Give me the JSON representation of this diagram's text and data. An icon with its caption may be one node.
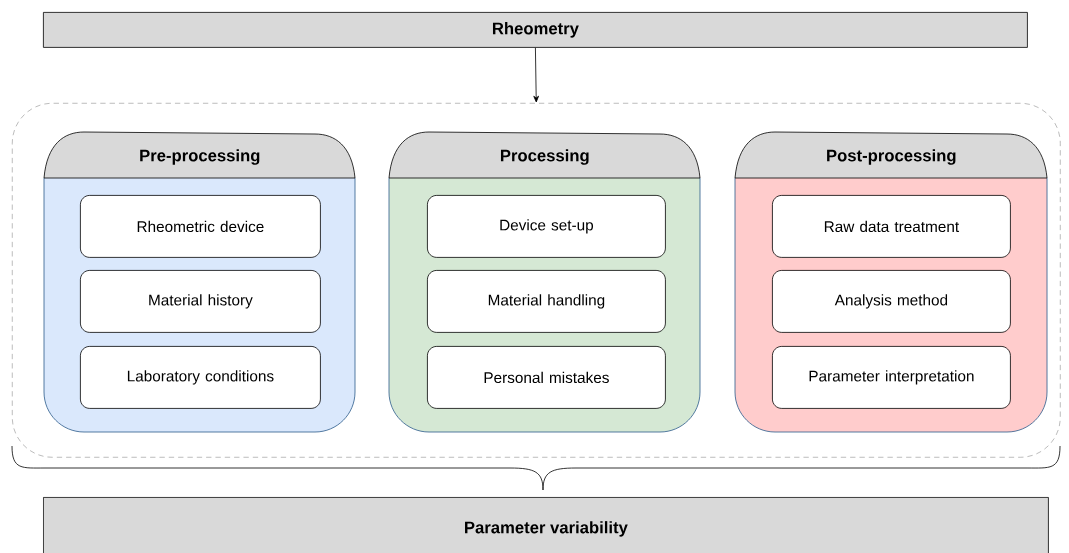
{
  "diagram": {
    "nodes": [
      {
        "text": [
          "Rheometry"
        ]
      },
      {
        "text": [],
        "shape": "box"
      },
      {
        "text": [
          "Pre-processing"
        ],
        "in": 1
      },
      {
        "text": [
          "Rheometric device"
        ],
        "in": 2
      },
      {
        "text": [
          "Material history"
        ],
        "in": 2
      },
      {
        "text": [
          "Laboratory conditions"
        ],
        "in": 2
      },
      {
        "text": [
          "Processing"
        ],
        "in": 1
      },
      {
        "text": [
          "Device set-up"
        ],
        "in": 6
      },
      {
        "text": [
          "Material handling"
        ],
        "in": 6
      },
      {
        "text": [
          "Personal mistakes"
        ],
        "in": 6
      },
      {
        "text": [
          "Post-processing"
        ],
        "in": 1
      },
      {
        "text": [
          "Raw data treatment"
        ],
        "in": 10
      },
      {
        "text": [
          "Analysis method"
        ],
        "in": 10
      },
      {
        "text": [
          "Parameter interpretation"
        ],
        "in": 10
      },
      {
        "text": [
          "Parameter variability"
        ]
      }
    ],
    "edges": [
      {
        "from": 0,
        "to": 1,
        "arrow": "to"
      }
    ]
  }
}
